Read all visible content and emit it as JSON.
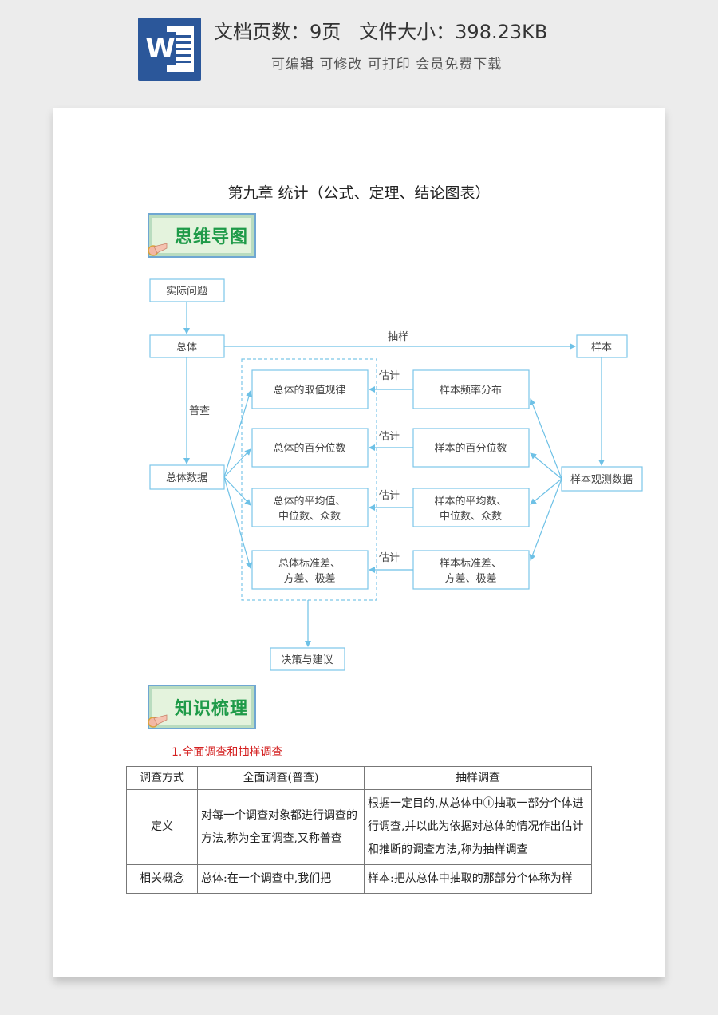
{
  "header": {
    "icon_letter": "W",
    "title": "文档页数：9页   文件大小：398.23KB",
    "subtitle": "可编辑 可修改 可打印 会员免费下载",
    "accent": "#2b579a"
  },
  "doc": {
    "title": "第九章 统计（公式、定理、结论图表）",
    "banner1": "思维导图",
    "banner2": "知识梳理"
  },
  "flowchart": {
    "actual_problem": "实际问题",
    "population": "总体",
    "sampling": "抽样",
    "sample": "样本",
    "census": "普查",
    "population_data": "总体数据",
    "sample_obs": "样本观测数据",
    "left_boxes": [
      [
        "总体的取值规律"
      ],
      [
        "总体的百分位数"
      ],
      [
        "总体的平均值、",
        "中位数、众数"
      ],
      [
        "总体标准差、",
        "方差、极差"
      ]
    ],
    "right_boxes": [
      [
        "样本频率分布"
      ],
      [
        "样本的百分位数"
      ],
      [
        "样本的平均数、",
        "中位数、众数"
      ],
      [
        "样本标准差、",
        "方差、极差"
      ]
    ],
    "estimate": "估计",
    "decision": "决策与建议",
    "line_color": "#7cc6e8"
  },
  "section": {
    "heading": "1.全面调查和抽样调查",
    "heading_color": "#d42020"
  },
  "table": {
    "header": [
      "调查方式",
      "全面调查(普查)",
      "抽样调查"
    ],
    "row1_label": "定义",
    "row1_full": "对每一个调查对象都进行调查的方法,称为全面调查,又称普查",
    "row1_sample_pre": "根据一定目的,从总体中①",
    "row1_sample_ul": "抽取一部分",
    "row1_sample_post": "个体进行调查,并以此为依据对总体的情况作出估计和推断的调查方法,称为抽样调查",
    "row2_label": "相关概念",
    "row2_full": "总体:在一个调查中,我们把",
    "row2_sample": "样本:把从总体中抽取的那部分个体称为样"
  }
}
